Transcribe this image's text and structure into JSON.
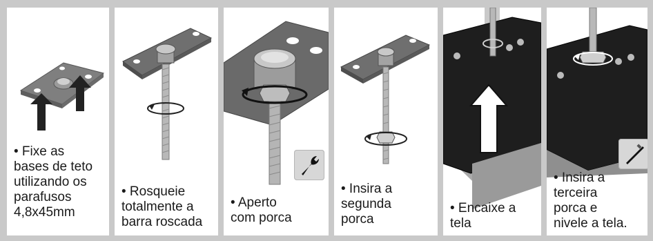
{
  "steps": [
    {
      "caption": "• Fixe as\nbases de teto\nutilizando os\nparafusos\n4,8x45mm"
    },
    {
      "caption": "• Rosqueie\ntotalmente a\nbarra roscada"
    },
    {
      "caption": "• Aperto\ncom porca"
    },
    {
      "caption": "• Insira a\nsegunda\nporca"
    },
    {
      "caption": "• Encaixe a\ntela"
    },
    {
      "caption": "• Insira a\nterceira\nporca e\nnivele a tela."
    }
  ],
  "icons": {
    "wrench": "wrench-icon",
    "screwdriver": "screwdriver-icon",
    "arrow_up": "up-arrow-icon",
    "rotation": "rotation-arrow-icon"
  },
  "colors": {
    "frame": "#c9c9c9",
    "panel": "#ffffff",
    "metal": "#8d8d8d",
    "dark_metal": "#2a2a2a"
  }
}
